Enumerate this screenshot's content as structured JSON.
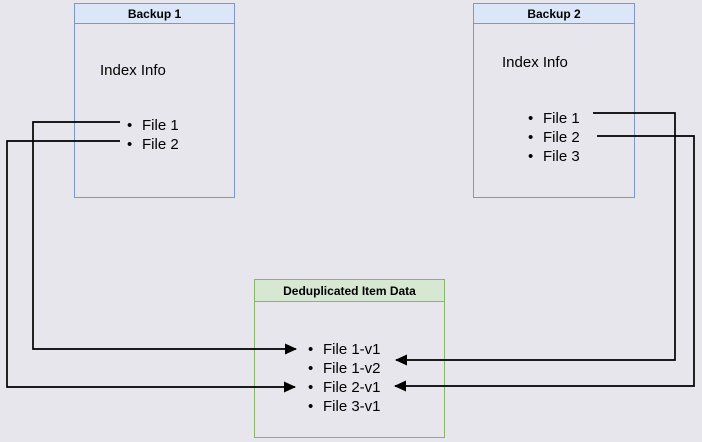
{
  "diagram": {
    "backup1": {
      "title": "Backup 1",
      "index_label": "Index Info",
      "files": [
        "File 1",
        "File 2"
      ]
    },
    "backup2": {
      "title": "Backup 2",
      "index_label": "Index Info",
      "files": [
        "File 1",
        "File 2",
        "File 3"
      ]
    },
    "dedup": {
      "title": "Deduplicated Item Data",
      "items": [
        "File 1-v1",
        "File 1-v2",
        "File 2-v1",
        "File 3-v1"
      ]
    },
    "connections": [
      {
        "from": "Backup 1 / File 1",
        "to": "File 1-v1"
      },
      {
        "from": "Backup 1 / File 2",
        "to": "File 2-v1"
      },
      {
        "from": "Backup 2 / File 1",
        "to": "File 1-v2"
      },
      {
        "from": "Backup 2 / File 2",
        "to": "File 2-v1"
      }
    ],
    "colors": {
      "background": "#e7e6ec",
      "blue_fill": "#dbe7f9",
      "blue_border": "#7d97c6",
      "green_fill": "#d7e8d2",
      "green_border": "#87b56c",
      "arrow": "#000000",
      "text": "#000000"
    }
  }
}
